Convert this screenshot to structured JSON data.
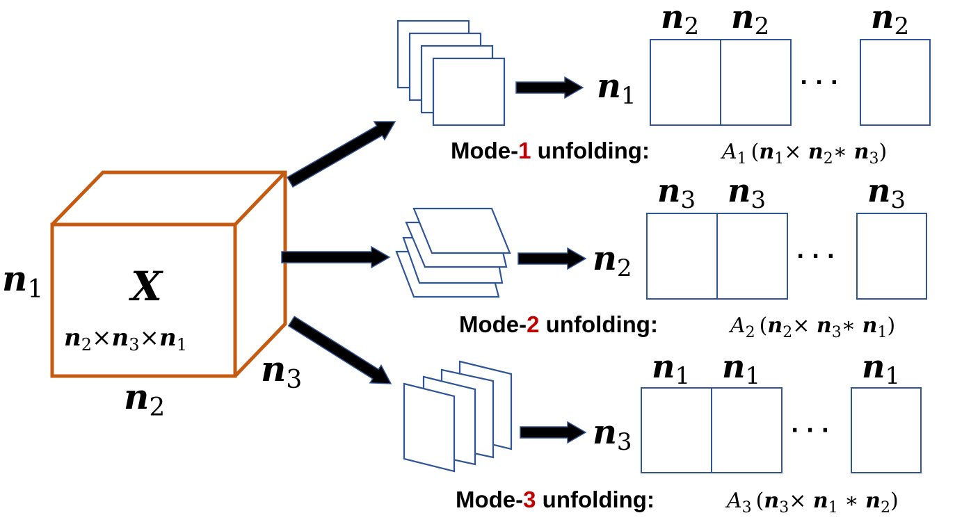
{
  "tensor": {
    "symbol": "X",
    "dims_label": {
      "a": "n",
      "a_sub": "2",
      "x1": "×",
      "b": "n",
      "b_sub": "3",
      "x2": "×",
      "c": "n",
      "c_sub": "1"
    },
    "edge_height": {
      "base": "n",
      "sub": "1"
    },
    "edge_width": {
      "base": "n",
      "sub": "2"
    },
    "edge_depth": {
      "base": "n",
      "sub": "3"
    },
    "color": "#C55A11"
  },
  "modes": [
    {
      "row_label": {
        "base": "n",
        "sub": "1"
      },
      "col_label": {
        "base": "n",
        "sub": "2"
      },
      "ellipsis": "· · ·",
      "caption": {
        "prefix": "Mode-",
        "number": "1",
        "suffix": " unfolding:",
        "matrix": "A",
        "matrix_sub": "1",
        "open": "(",
        "d1": "n",
        "d1_sub": "1",
        "op1": "× ",
        "d2": "n",
        "d2_sub": "2",
        "op2": "∗ ",
        "d3": "n",
        "d3_sub": "3",
        "close": ")"
      }
    },
    {
      "row_label": {
        "base": "n",
        "sub": "2"
      },
      "col_label": {
        "base": "n",
        "sub": "3"
      },
      "ellipsis": "· · ·",
      "caption": {
        "prefix": "Mode-",
        "number": "2",
        "suffix": " unfolding:",
        "matrix": "A",
        "matrix_sub": "2",
        "open": "(",
        "d1": "n",
        "d1_sub": "2",
        "op1": "× ",
        "d2": "n",
        "d2_sub": "3",
        "op2": "∗ ",
        "d3": "n",
        "d3_sub": "1",
        "close": ")"
      }
    },
    {
      "row_label": {
        "base": "n",
        "sub": "3"
      },
      "col_label": {
        "base": "n",
        "sub": "1"
      },
      "ellipsis": "· · ·",
      "caption": {
        "prefix": "Mode-",
        "number": "3",
        "suffix": " unfolding:",
        "matrix": "A",
        "matrix_sub": "3",
        "open": "(",
        "d1": "n",
        "d1_sub": "3",
        "op1": "× ",
        "d2": "n",
        "d2_sub": "1",
        "op2": " ∗ ",
        "d3": "n",
        "d3_sub": "2",
        "close": ")"
      }
    }
  ],
  "colors": {
    "accent_red": "#C00000",
    "outline_blue": "#2F5597"
  }
}
